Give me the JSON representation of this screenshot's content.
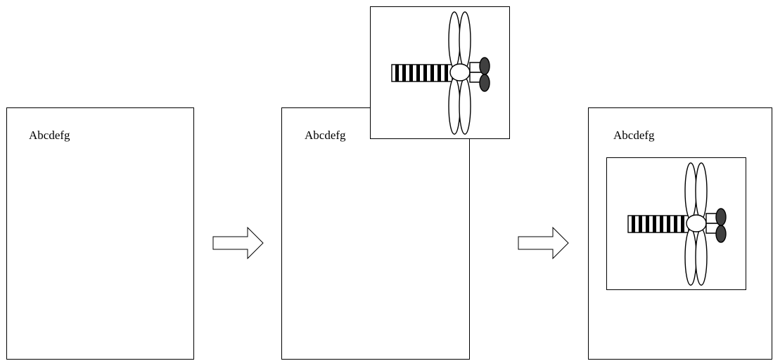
{
  "panels": [
    {
      "label": "Abcdefg"
    },
    {
      "label": "Abcdefg"
    },
    {
      "label": "Abcdefg"
    }
  ],
  "icons": {
    "step_arrow": "right-arrow-icon",
    "figure": "dragonfly-icon"
  },
  "colors": {
    "stroke": "#000000",
    "dark_fill": "#404040",
    "background": "#ffffff"
  }
}
